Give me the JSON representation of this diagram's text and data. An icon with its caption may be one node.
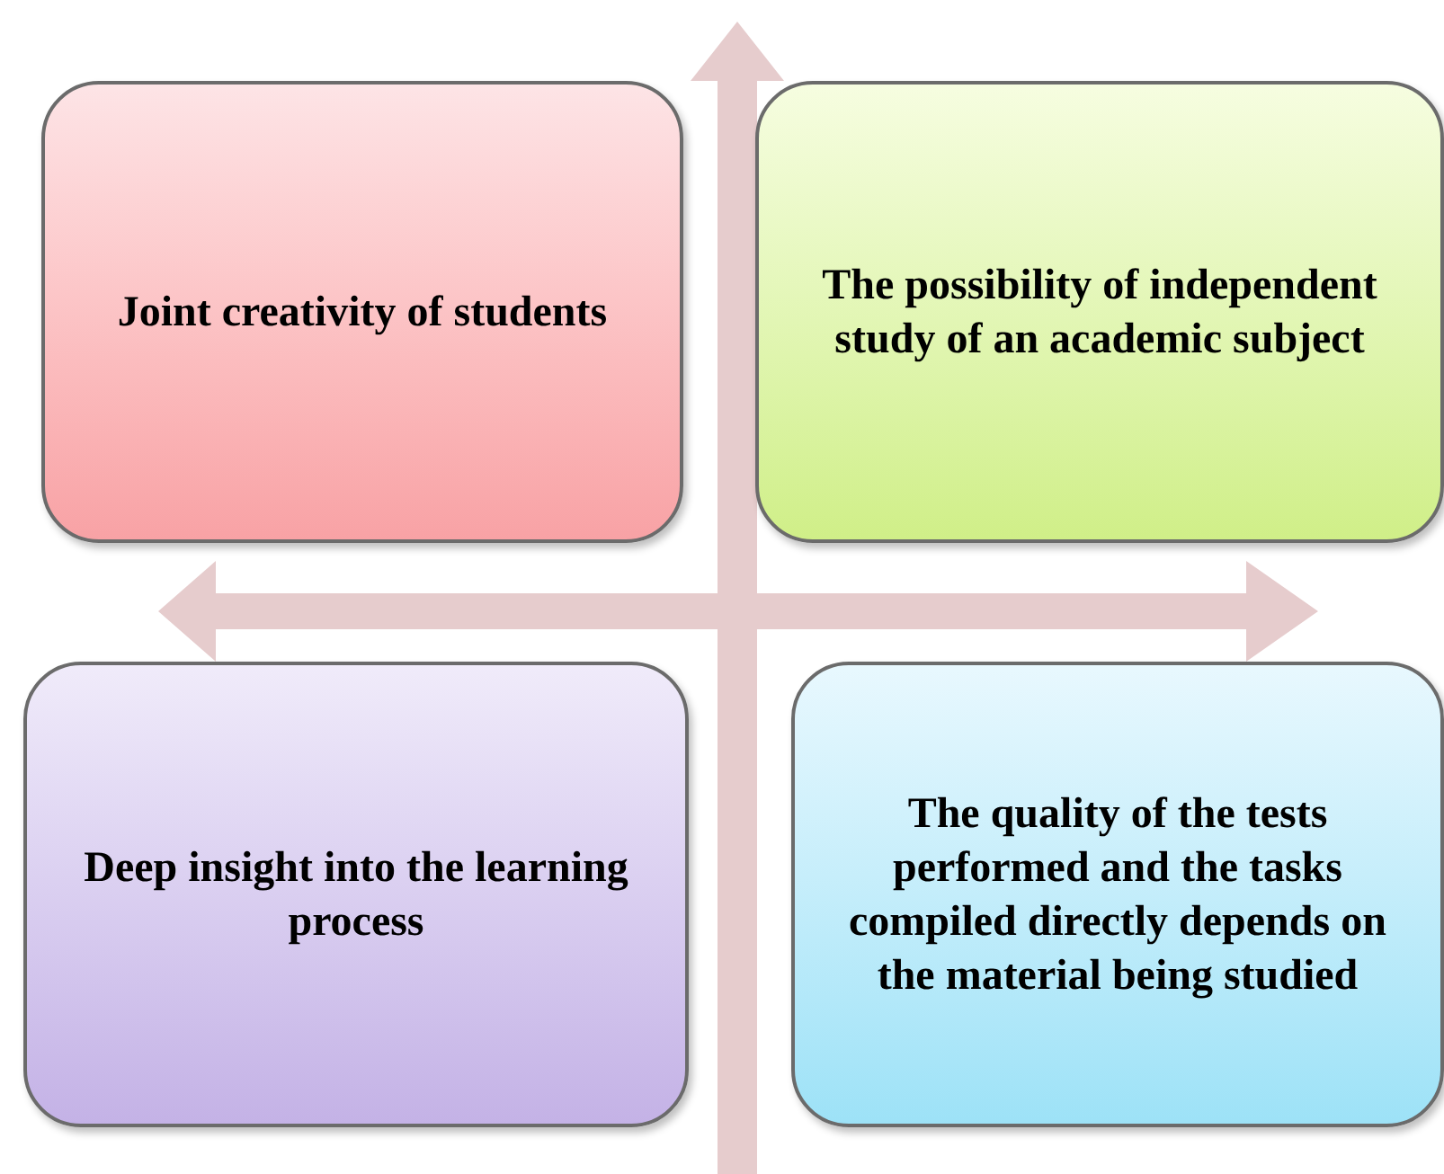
{
  "diagram": {
    "nodes": [
      {
        "text": [
          "Joint creativity of students"
        ]
      },
      {
        "text": [
          "The possibility of independent study of an academic subject"
        ]
      },
      {
        "text": [
          "Deep insight into the learning process"
        ]
      },
      {
        "text": [
          "The quality of the tests performed and the tasks compiled directly depends on the material being studied"
        ]
      }
    ]
  }
}
